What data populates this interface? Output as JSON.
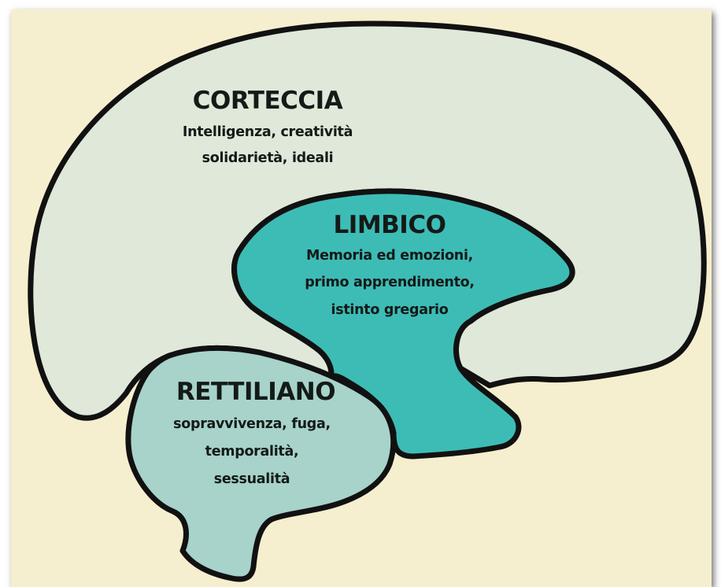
{
  "diagram": {
    "colors": {
      "background": "#f5efcf",
      "cortex_fill": "#dfe8d9",
      "limbic_fill": "#3dbcb6",
      "reptilian_fill": "#a7d3ca",
      "outline": "#111111",
      "text": "#141a18"
    },
    "cortex": {
      "title": "CORTECCIA",
      "line1": "Intelligenza, creatività",
      "line2": "solidarietà, ideali"
    },
    "limbic": {
      "title": "LIMBICO",
      "line1": "Memoria ed emozioni,",
      "line2": "primo apprendimento,",
      "line3": "istinto gregario"
    },
    "reptilian": {
      "title": "RETTILIANO",
      "line1": "sopravvivenza, fuga,",
      "line2": "temporalità,",
      "line3": "sessualità"
    }
  }
}
